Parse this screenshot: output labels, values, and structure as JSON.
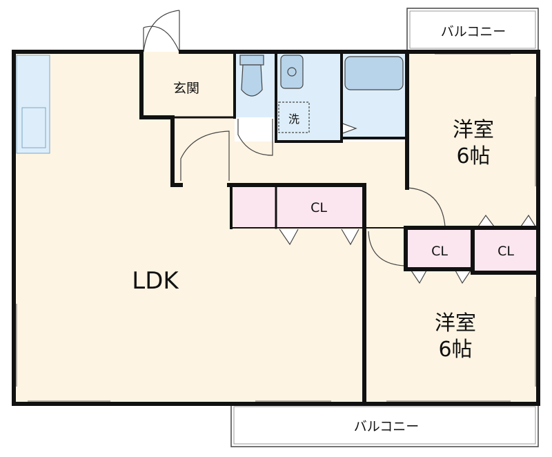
{
  "rooms": {
    "ldk": "LDK",
    "genkan": "玄関",
    "sentaku": "洗",
    "yoshitsu_upper": {
      "name": "洋室",
      "size": "6帖"
    },
    "yoshitsu_lower": {
      "name": "洋室",
      "size": "6帖"
    }
  },
  "closets": {
    "center": "CL",
    "mid_left": "CL",
    "mid_right": "CL"
  },
  "balconies": {
    "top": "バルコニー",
    "bottom": "バルコニー"
  },
  "colors": {
    "floor": "#fdf4e3",
    "wet_area": "#ddeefa",
    "closet": "#fbe6ef",
    "wall": "#111111",
    "fixture": "#b8d4ea"
  }
}
